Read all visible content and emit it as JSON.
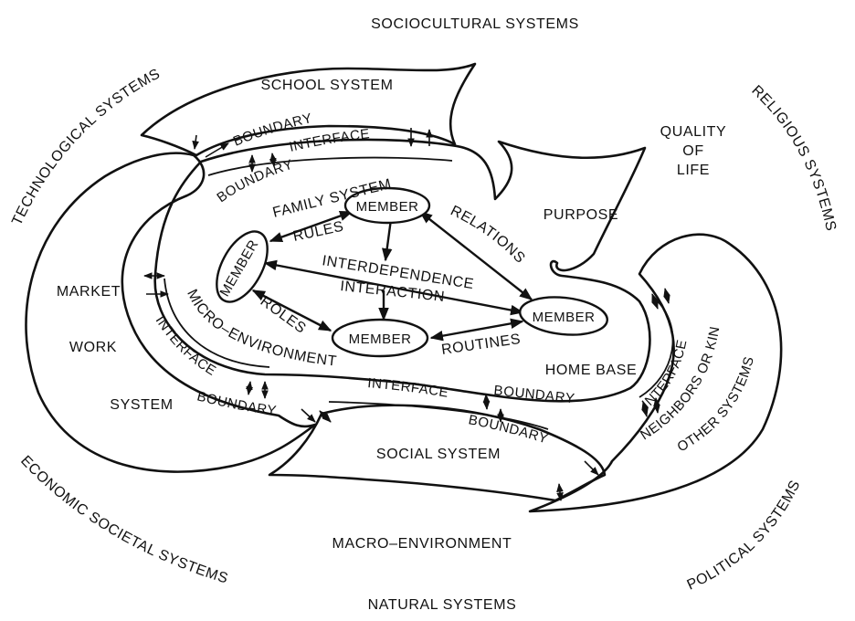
{
  "outer_systems": {
    "sociocultural": "SOCIOCULTURAL  SYSTEMS",
    "technological": "TECHNOLOGICAL SYSTEMS",
    "religious": "RELIGIOUS  SYSTEMS",
    "economic": "ECONOMIC SOCIETAL SYSTEMS",
    "political": "POLITICAL SYSTEMS",
    "natural": "NATURAL SYSTEMS"
  },
  "macro_environment": "MACRO–ENVIRONMENT",
  "micro_environment": "MICRO–ENVIRONMENT",
  "quality_of_life": [
    "QUALITY",
    "OF",
    "LIFE"
  ],
  "purpose": "PURPOSE",
  "school_system": "SCHOOL SYSTEM",
  "market": "MARKET",
  "work": "WORK",
  "system": "SYSTEM",
  "social_system": "SOCIAL SYSTEM",
  "home_base": "HOME BASE",
  "neighbors": "NEIGHBORS OR KIN",
  "other_systems": "OTHER SYSTEMS",
  "family_system": "FAMILY SYSTEM",
  "boundary": "BOUNDARY",
  "interface": "INTERFACE",
  "member": "MEMBER",
  "rules": "RULES",
  "roles": "ROLES",
  "relations": "RELATIONS",
  "routines": "ROUTINES",
  "interdependence": "INTERDEPENDENCE",
  "interaction": "INTERACTION"
}
